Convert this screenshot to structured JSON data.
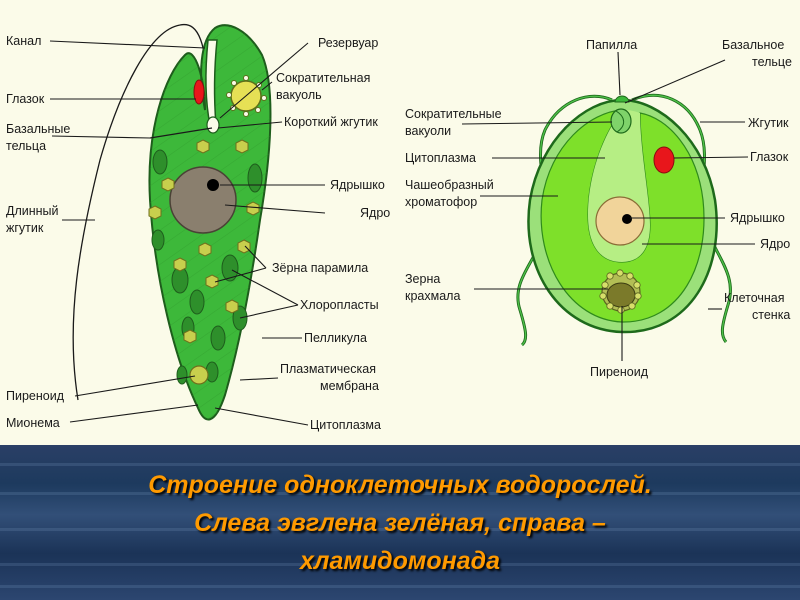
{
  "euglena": {
    "labels": {
      "kanal": "Канал",
      "glazok": "Глазок",
      "bazalnye1": "Базальные",
      "bazalnye2": "тельца",
      "dlinny1": "Длинный",
      "dlinny2": "жгутик",
      "pirenoid": "Пиреноид",
      "mionema": "Мионема",
      "rezervuar": "Резервуар",
      "sokrat1": "Сократительная",
      "sokrat2": "вакуоль",
      "korotky": "Короткий жгутик",
      "yadryshko": "Ядрышко",
      "yadro": "Ядро",
      "zerna_paramila": "Зёрна парамила",
      "hloroplasty": "Хлоропласты",
      "pellikula": "Пелликула",
      "plazm1": "Плазматическая",
      "plazm2": "мембрана",
      "citoplazma": "Цитоплазма"
    }
  },
  "chlamydomonas": {
    "labels": {
      "papilla": "Папилла",
      "bazalnoe1": "Базальное",
      "bazalnoe2": "тельце",
      "sokrat1": "Сократительные",
      "sokrat2": "вакуоли",
      "zhgutik": "Жгутик",
      "citoplazma": "Цитоплазма",
      "glazok": "Глазок",
      "chash1": "Чашеобразный",
      "chash2": "хроматофор",
      "yadryshko": "Ядрышко",
      "yadro": "Ядро",
      "zerna1": "Зерна",
      "zerna2": "крахмала",
      "kletoch1": "Клеточная",
      "kletoch2": "стенка",
      "pirenoid": "Пиреноид"
    }
  },
  "caption": {
    "line1": "Строение одноклеточных водорослей.",
    "line2": "Слева эвглена зелёная, справа –",
    "line3": "хламидомонада"
  },
  "colors": {
    "cell_green": "#3db83a",
    "chromatophore": "#7ee02a",
    "eyespot": "#e8161b",
    "nucleus_euglena": "#8a7f6e",
    "nucleus_chlamy": "#f1d49a",
    "caption_text": "#ff9a00"
  }
}
